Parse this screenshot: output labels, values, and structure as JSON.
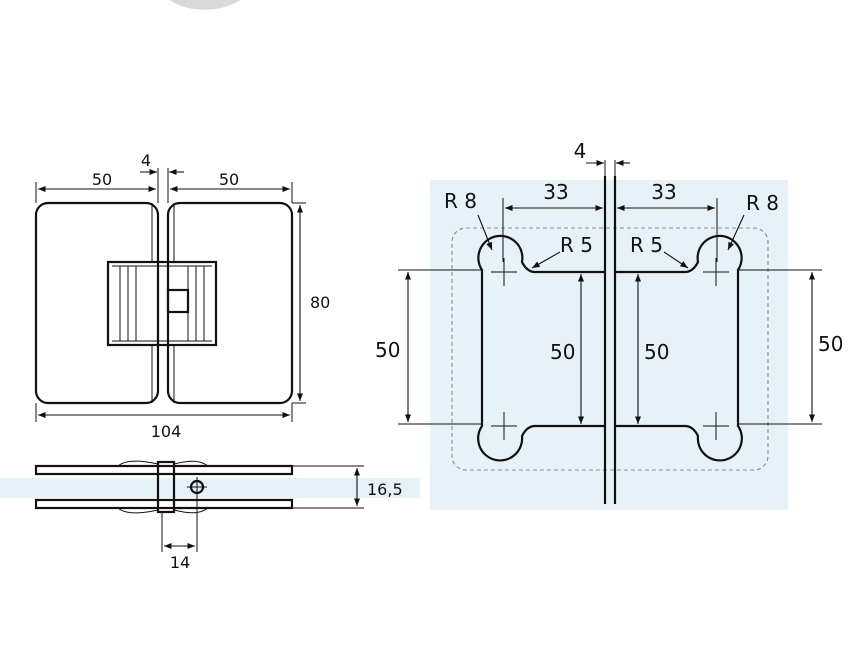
{
  "colors": {
    "glass_tint": "#e6f2f8",
    "line": "#111111",
    "dashed_outline": "#8a8a8a",
    "background": "#ffffff"
  },
  "front_view": {
    "width_left": "50",
    "gap": "4",
    "width_right": "50",
    "height": "80",
    "total_width": "104"
  },
  "side_view": {
    "thickness": "16,5",
    "axis_offset": "14"
  },
  "cutout_view": {
    "gap": "4",
    "depth_left": "33",
    "depth_right": "33",
    "radius_outer_left": "R 8",
    "radius_inner_left": "R 5",
    "radius_inner_right": "R 5",
    "radius_outer_right": "R 8",
    "spacing_outer_left": "50",
    "spacing_inner_left": "50",
    "spacing_inner_right": "50",
    "spacing_outer_right": "50"
  }
}
